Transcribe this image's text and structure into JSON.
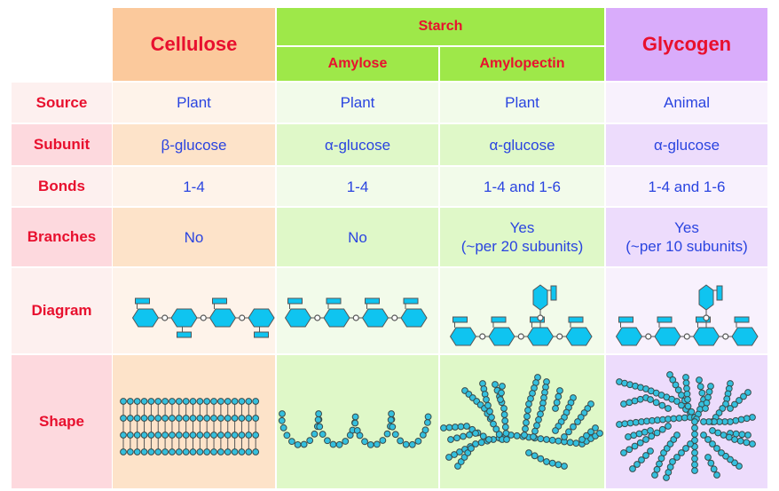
{
  "colors": {
    "header_text": "#e8102e",
    "value_text": "#2a44e0",
    "cellulose_header": "#fbc99c",
    "starch_header": "#9ee849",
    "glycogen_header": "#d9acfb",
    "label_dark": "#fdd9de",
    "label_light": "#fdf0ef",
    "cellulose_dark": "#fde3c9",
    "cellulose_light": "#fef3ea",
    "starch_dark": "#dff8c8",
    "starch_light": "#f2fbea",
    "glycogen_dark": "#eddcfc",
    "glycogen_light": "#f8f1fd",
    "glucose_fill": "#0fc4f0",
    "bead_fill": "#34c0de"
  },
  "header": {
    "cellulose": "Cellulose",
    "starch": "Starch",
    "amylose": "Amylose",
    "amylopectin": "Amylopectin",
    "glycogen": "Glycogen"
  },
  "rows": [
    {
      "key": "source",
      "label": "Source",
      "cellulose": "Plant",
      "amylose": "Plant",
      "amylopectin": "Plant",
      "glycogen": "Animal"
    },
    {
      "key": "subunit",
      "label": "Subunit",
      "cellulose": "β-glucose",
      "amylose": "α-glucose",
      "amylopectin": "α-glucose",
      "glycogen": "α-glucose"
    },
    {
      "key": "bonds",
      "label": "Bonds",
      "cellulose": "1-4",
      "amylose": "1-4",
      "amylopectin": "1-4 and 1-6",
      "glycogen": "1-4 and 1-6"
    },
    {
      "key": "branches",
      "label": "Branches",
      "cellulose": "No",
      "amylose": "No",
      "amylopectin": "Yes",
      "amylopectin_note": "(~per 20 subunits)",
      "glycogen": "Yes",
      "glycogen_note": "(~per 10 subunits)"
    },
    {
      "key": "diagram",
      "label": "Diagram"
    },
    {
      "key": "shape",
      "label": "Shape"
    }
  ],
  "diagrams": {
    "cellulose": "alternating-beta-glucose-chain-icon",
    "amylose": "linear-alpha-glucose-chain-icon",
    "amylopectin": "branched-alpha-glucose-chain-icon",
    "glycogen": "branched-alpha-glucose-chain-icon"
  },
  "shapes": {
    "cellulose": "parallel-straight-chains",
    "amylose": "helical-coil",
    "amylopectin": "branched-tree",
    "glycogen": "highly-branched-tree"
  }
}
